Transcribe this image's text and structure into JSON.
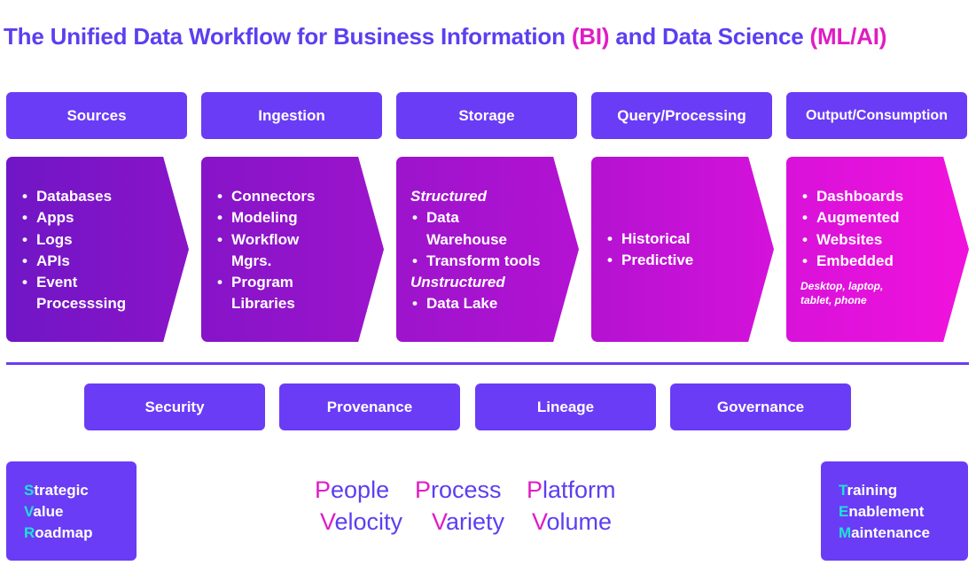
{
  "title": {
    "part1": "The Unified Data Workflow for Business Information ",
    "hl1": "(BI)",
    "part2": " and Data Science ",
    "hl2": "(ML/AI)"
  },
  "colors": {
    "header_fill": "#6a3cf5",
    "title_text": "#5b3ff0",
    "highlight": "#e01cc4",
    "acronym_letter": "#20e0d8",
    "gradient_start": "#7a16c8",
    "gradient_end": "#f012dc"
  },
  "stages": [
    {
      "header": "Sources",
      "items": [
        "Databases",
        "Apps",
        "Logs",
        "APIs",
        "Event Processsing"
      ]
    },
    {
      "header": "Ingestion",
      "items": [
        "Connectors",
        "Modeling",
        "Workflow Mgrs.",
        "Program Libraries"
      ]
    },
    {
      "header": "Storage",
      "structured_label": "Structured",
      "structured_items": [
        "Data Warehouse",
        "Transform tools"
      ],
      "unstructured_label": "Unstructured",
      "unstructured_items": [
        "Data Lake"
      ]
    },
    {
      "header": "Query/Processing",
      "items": [
        "Historical",
        "Predictive"
      ]
    },
    {
      "header": "Output/Consumption",
      "items": [
        "Dashboards",
        "Augmented",
        "Websites",
        "Embedded"
      ],
      "note": "Desktop, laptop, tablet, phone"
    }
  ],
  "cross_cutting": [
    "Security",
    "Provenance",
    "Lineage",
    "Governance"
  ],
  "svr": [
    {
      "first": "S",
      "rest": "trategic"
    },
    {
      "first": "V",
      "rest": "alue"
    },
    {
      "first": "R",
      "rest": "oadmap"
    }
  ],
  "team": [
    {
      "first": "T",
      "rest": "raining"
    },
    {
      "first": "E",
      "rest": "nablement"
    },
    {
      "first": "M",
      "rest": "aintenance"
    }
  ],
  "pillars": {
    "row1": [
      {
        "first": "P",
        "rest": "eople"
      },
      {
        "first": "P",
        "rest": "rocess"
      },
      {
        "first": "P",
        "rest": "latform"
      }
    ],
    "row2": [
      {
        "first": "V",
        "rest": "elocity"
      },
      {
        "first": "V",
        "rest": "ariety"
      },
      {
        "first": "V",
        "rest": "olume"
      }
    ]
  }
}
